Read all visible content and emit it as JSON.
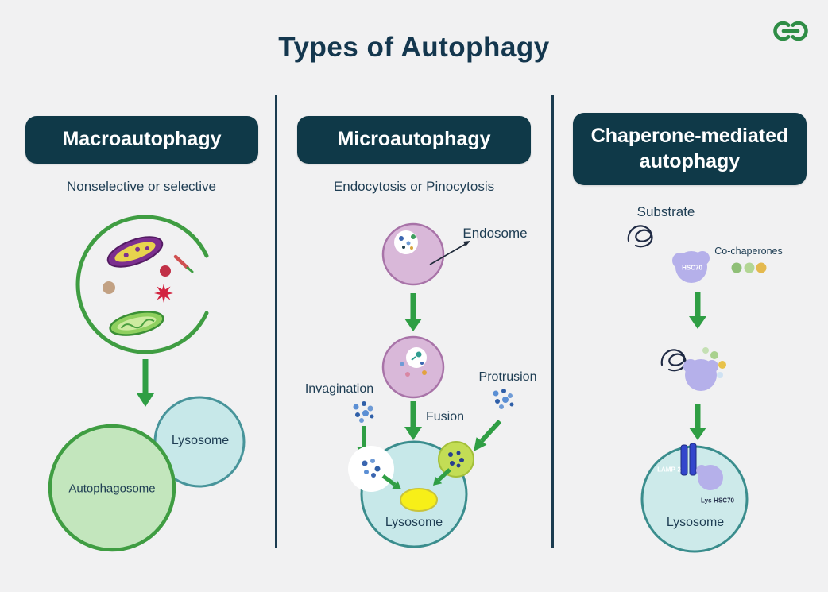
{
  "title": "Types of Autophagy",
  "logo": {
    "name": "geeksforgeeks-logo",
    "color": "#2f8d46"
  },
  "colors": {
    "background": "#f1f1f2",
    "heading_pill": "#0f3948",
    "text_navy": "#1e3d53",
    "arrow_green": "#2f9e44",
    "membrane_green": "#3f9d42",
    "lysosome_fill": "#c7e8e9",
    "lysosome_border": "#3a8d8d",
    "endosome_fill": "#d9b8d9",
    "endosome_border": "#a873a8",
    "autophagosome_fill": "#c3e6bd",
    "chaperone_blob": "#b5b0ea",
    "lamp2_blue": "#3346cc"
  },
  "columns": {
    "macro": {
      "heading": "Macroautophagy",
      "subtitle": "Nonselective or selective",
      "labels": {
        "lysosome": "Lysosome",
        "autophagosome": "Autophagosome"
      }
    },
    "micro": {
      "heading": "Microautophagy",
      "subtitle": "Endocytosis or Pinocytosis",
      "labels": {
        "endosome": "Endosome",
        "invagination": "Invagination",
        "protrusion": "Protrusion",
        "fusion": "Fusion",
        "lysosome": "Lysosome"
      }
    },
    "cma": {
      "heading": "Chaperone-mediated autophagy",
      "labels": {
        "substrate": "Substrate",
        "co_chaperones": "Co-chaperones",
        "hsc70": "HSC70",
        "lamp2": "LAMP-2",
        "lys_hsc70": "Lys-HSC70",
        "lysosome": "Lysosome"
      }
    }
  }
}
